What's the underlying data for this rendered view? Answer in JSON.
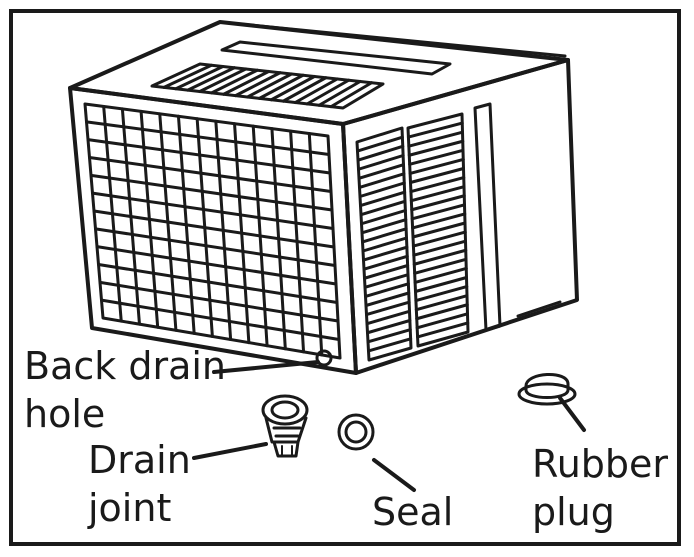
{
  "labels": {
    "back_drain_hole": {
      "line1": "Back drain",
      "line2": "hole"
    },
    "drain_joint": {
      "line1": "Drain",
      "line2": "joint"
    },
    "seal": "Seal",
    "rubber_plug": {
      "line1": "Rubber",
      "line2": "plug"
    }
  },
  "colors": {
    "ink": "#1a1a1a",
    "background": "#ffffff"
  }
}
